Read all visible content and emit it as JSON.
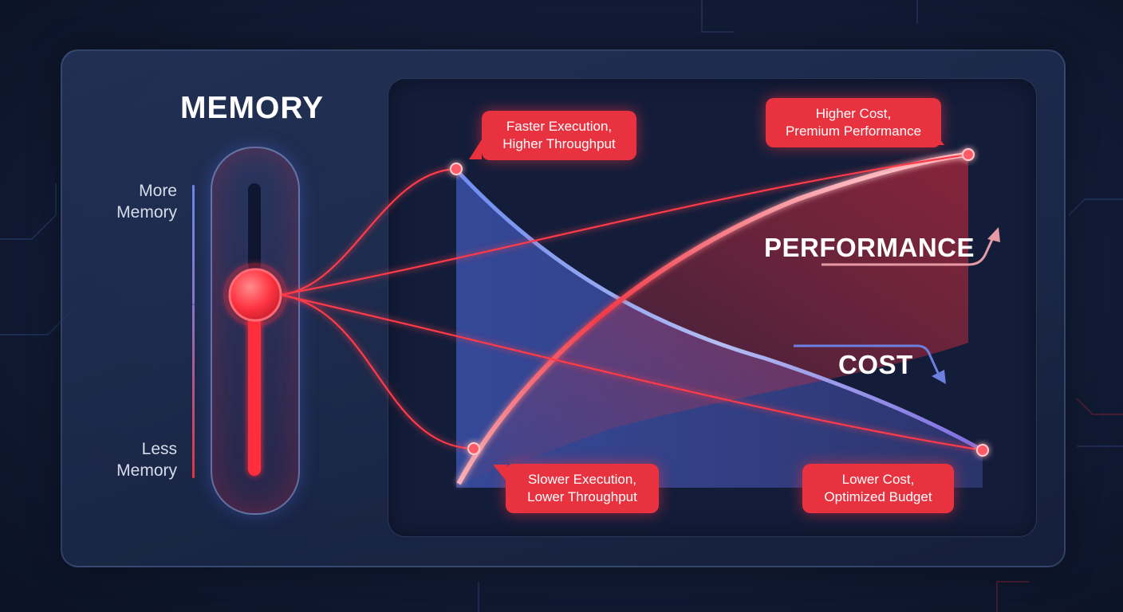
{
  "slider": {
    "title": "MEMORY",
    "top_label": [
      "More",
      "Memory"
    ],
    "bottom_label": [
      "Less",
      "Memory"
    ]
  },
  "callouts": {
    "top_left": [
      "Faster Execution,",
      "Higher Throughput"
    ],
    "top_right": [
      "Higher Cost,",
      "Premium Performance"
    ],
    "bottom_left": [
      "Slower Execution,",
      "Lower Throughput"
    ],
    "bottom_right": [
      "Lower Cost,",
      "Optimized Budget"
    ]
  },
  "curves": {
    "performance_label": "PERFORMANCE",
    "cost_label": "COST"
  },
  "colors": {
    "accent_red": "#e8323f",
    "cost_blue": "#6f7fe6",
    "panel_dark": "#131d3a"
  }
}
